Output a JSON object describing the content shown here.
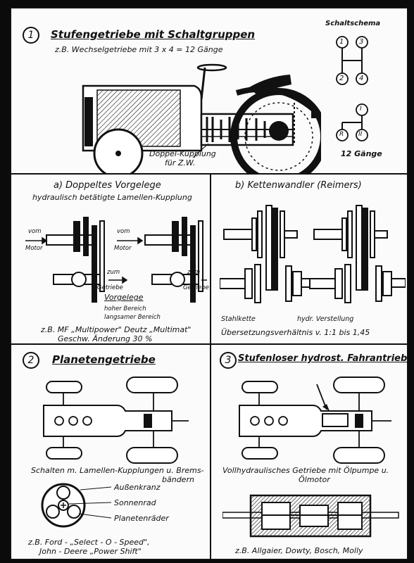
{
  "section1": {
    "number": "1",
    "title": "Stufengetriebe mit Schaltgruppen",
    "example": "z.B. Wechselgetriebe mit 3 x 4 = 12 Gänge",
    "clutch_label_1": "Doppel-Kupplung",
    "clutch_label_2": "für Z.W."
  },
  "schema": {
    "title": "Schaltschema",
    "positions": [
      "1",
      "3",
      "2",
      "4"
    ],
    "group_positions": [
      "I",
      "R",
      "II"
    ],
    "gears_label": "12 Gänge"
  },
  "section_a": {
    "title": "a) Doppeltes Vorgelege",
    "subtitle": "hydraulisch betätigte Lamellen-Kupplung",
    "left_input_1": "vom",
    "left_input_2": "Motor",
    "left_output_1": "zum",
    "left_output_2": "Getriebe",
    "right_input_1": "vom",
    "right_input_2": "Motor",
    "right_output_1": "zum",
    "right_output_2": "Getriebe",
    "vorgelege": "Vorgelege",
    "hoher_bereich": "hoher Bereich",
    "langsamer_bereich": "langsamer Bereich",
    "examples": "z.B. MF „Multipower\" Deutz „Multimat\"",
    "speed_change": "Geschw. Änderung 30 %"
  },
  "section_b": {
    "title": "b) Kettenwandler (Reimers)",
    "stahlkette": "Stahlkette",
    "verstellung": "hydr. Verstellung",
    "ratio": "Übersetzungsverhältnis v. 1:1 bis 1,45"
  },
  "section2": {
    "number": "2",
    "title": "Planetengetriebe",
    "caption_1": "Schalten m. Lamellen-Kupplungen u. Brems-",
    "caption_2": "bändern",
    "aussenkranz": "Außenkranz",
    "sonnenrad": "Sonnenrad",
    "planetenraeder": "Planetenräder",
    "examples_1": "z.B. Ford - „Select - O - Speed\",",
    "examples_2": "John - Deere „Power Shift\""
  },
  "section3": {
    "number": "3",
    "title": "Stufenloser hydrost. Fahrantrieb",
    "caption_1": "Vollhydraulisches Getriebe mit Ölpumpe u.",
    "caption_2": "Ölmotor",
    "examples": "z.B. Allgaier, Dowty, Bosch, Molly"
  }
}
